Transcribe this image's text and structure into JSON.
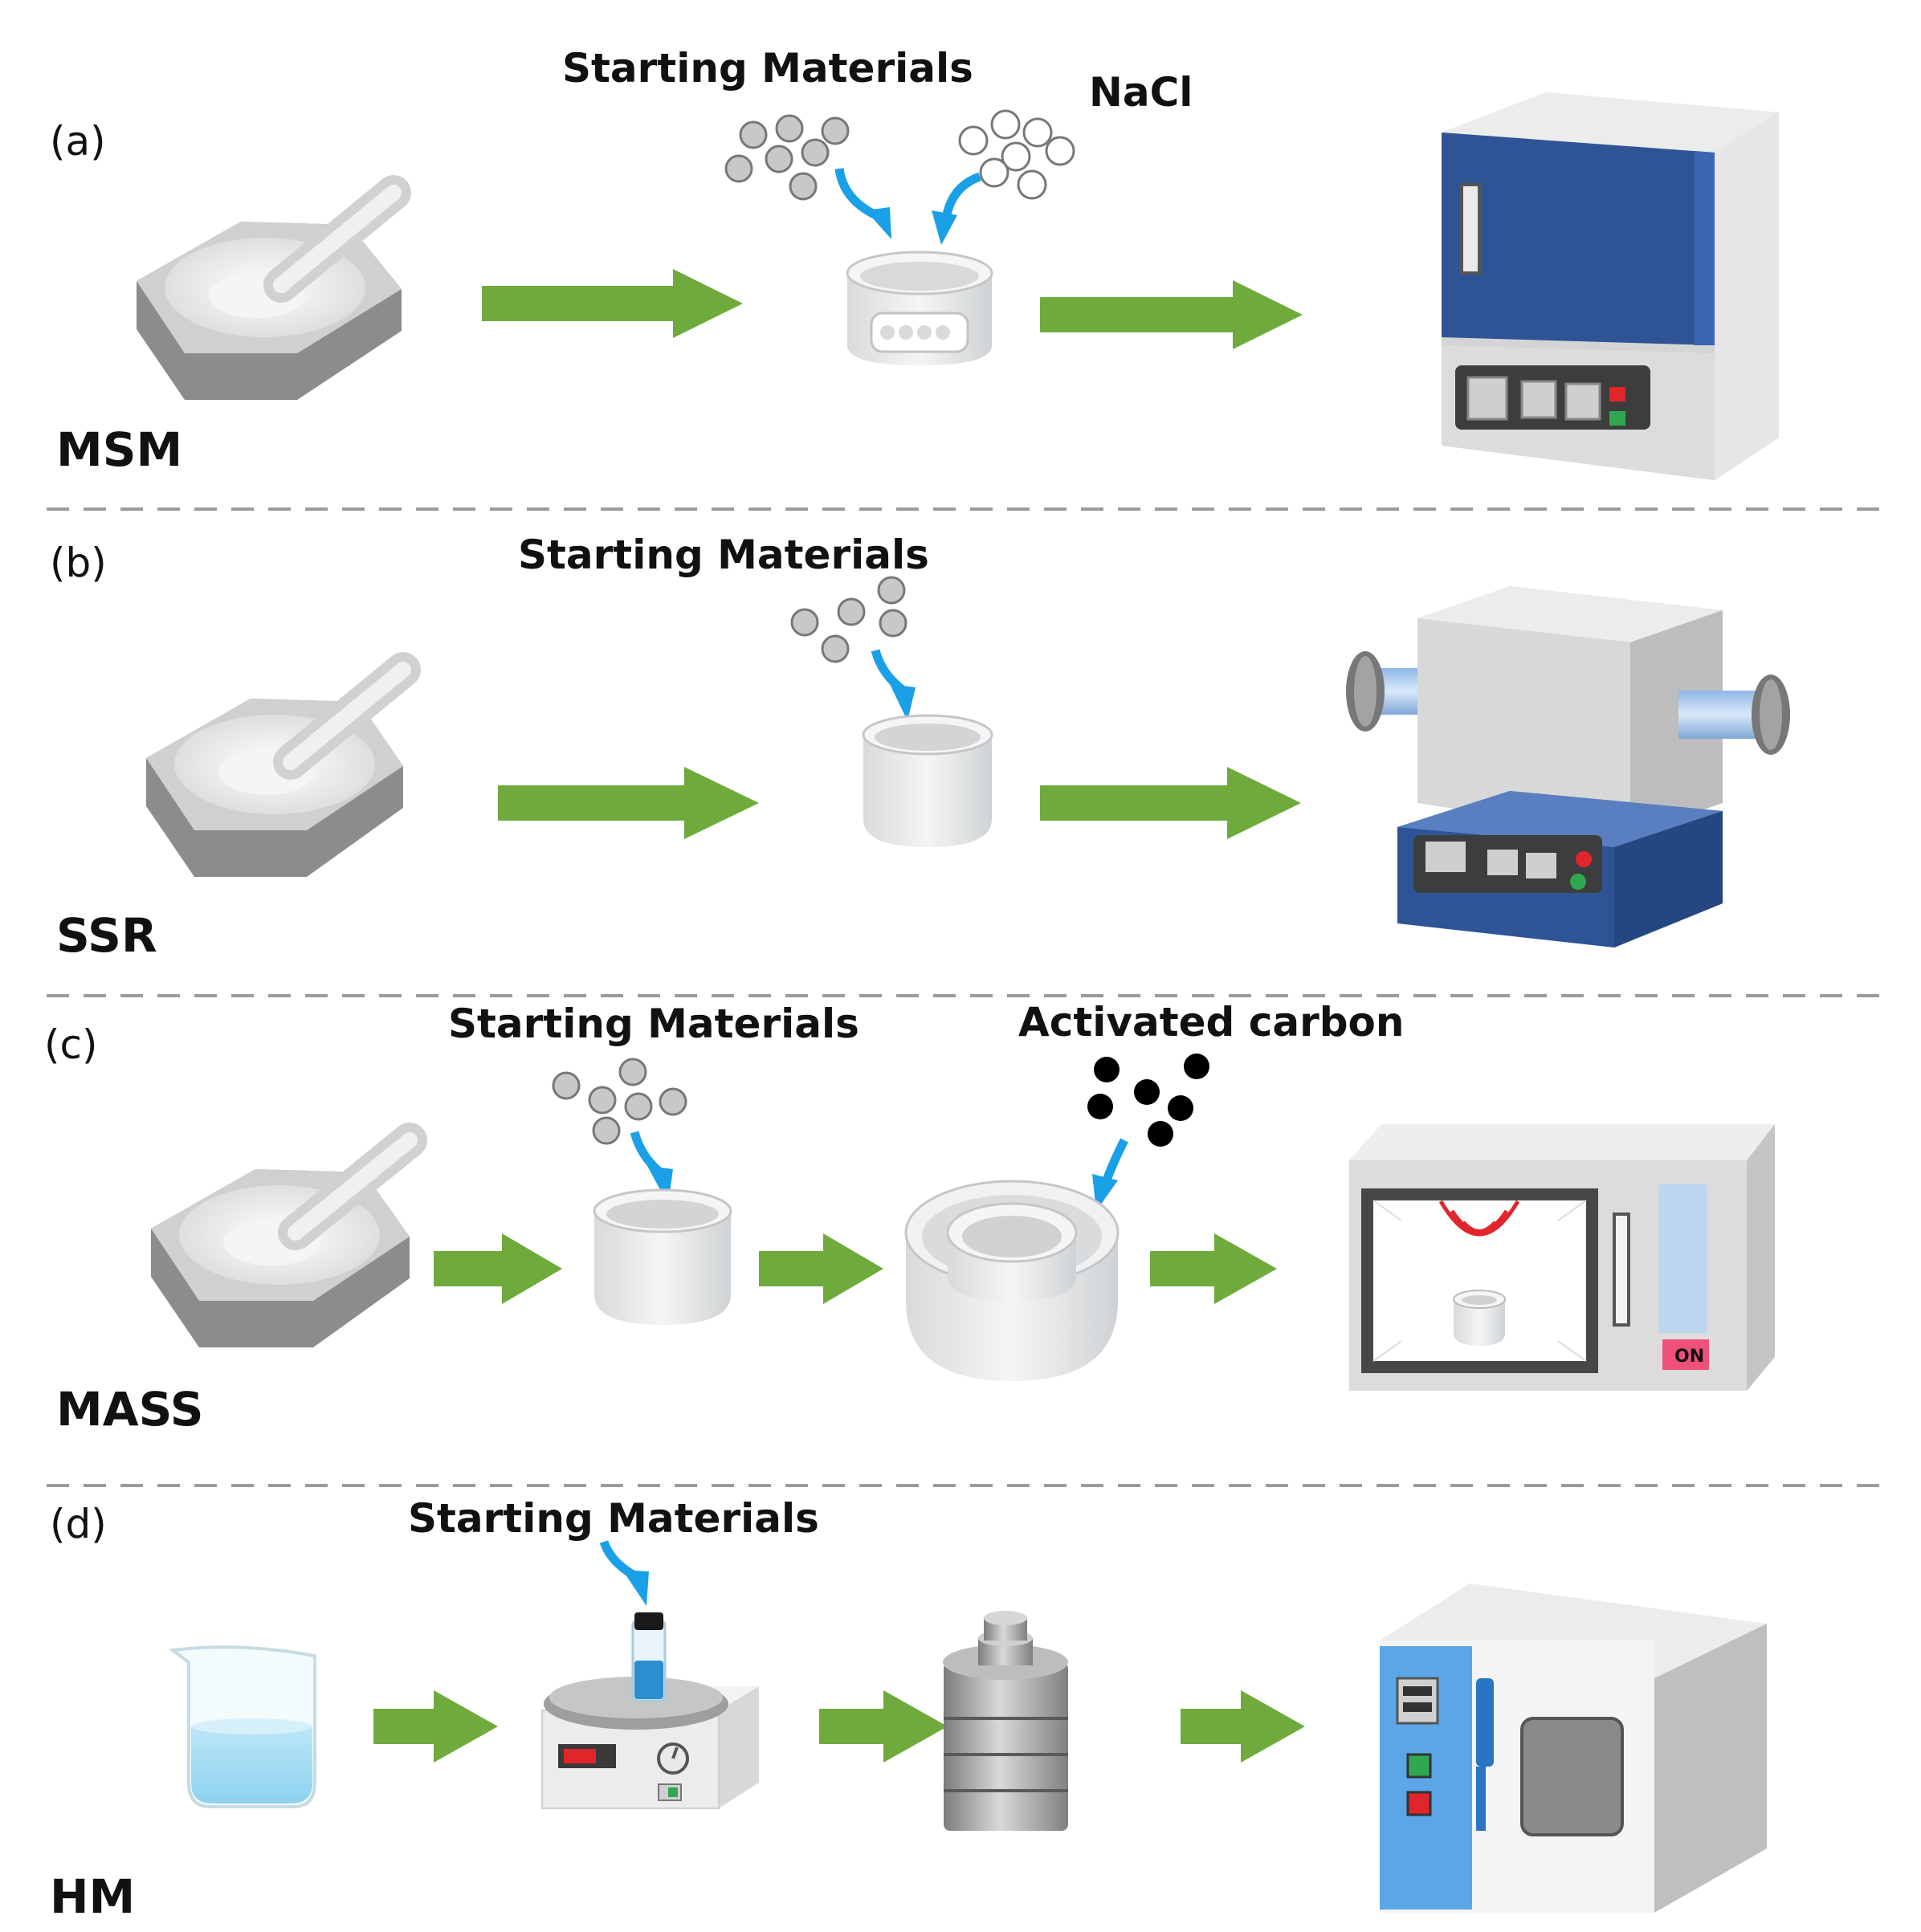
{
  "panels": [
    {
      "letter": "(a)",
      "method": "MSM",
      "labels": {
        "starting": "Starting Materials",
        "additive": "NaCl"
      }
    },
    {
      "letter": "(b)",
      "method": "SSR",
      "labels": {
        "starting": "Starting Materials"
      }
    },
    {
      "letter": "(c)",
      "method": "MASS",
      "labels": {
        "starting": "Starting Materials",
        "additive": "Activated carbon"
      }
    },
    {
      "letter": "(d)",
      "method": "HM",
      "labels": {
        "starting": "Starting Materials"
      }
    }
  ],
  "microwave": {
    "button": "ON"
  },
  "colors": {
    "arrow": "#6fab3c",
    "drop_arrow": "#1aa0e6",
    "furnace_blue": "#2e5496",
    "oven_blue": "#5aa6e6",
    "signal_red": "#e0262b",
    "ceramic": "#e9ebec",
    "carbon": "#000000"
  },
  "icons": [
    "mortar-and-pestle-icon",
    "crucible-icon",
    "muffle-furnace-icon",
    "tube-furnace-icon",
    "microwave-oven-icon",
    "beaker-icon",
    "magnetic-stirrer-icon",
    "autoclave-icon",
    "drying-oven-icon"
  ]
}
